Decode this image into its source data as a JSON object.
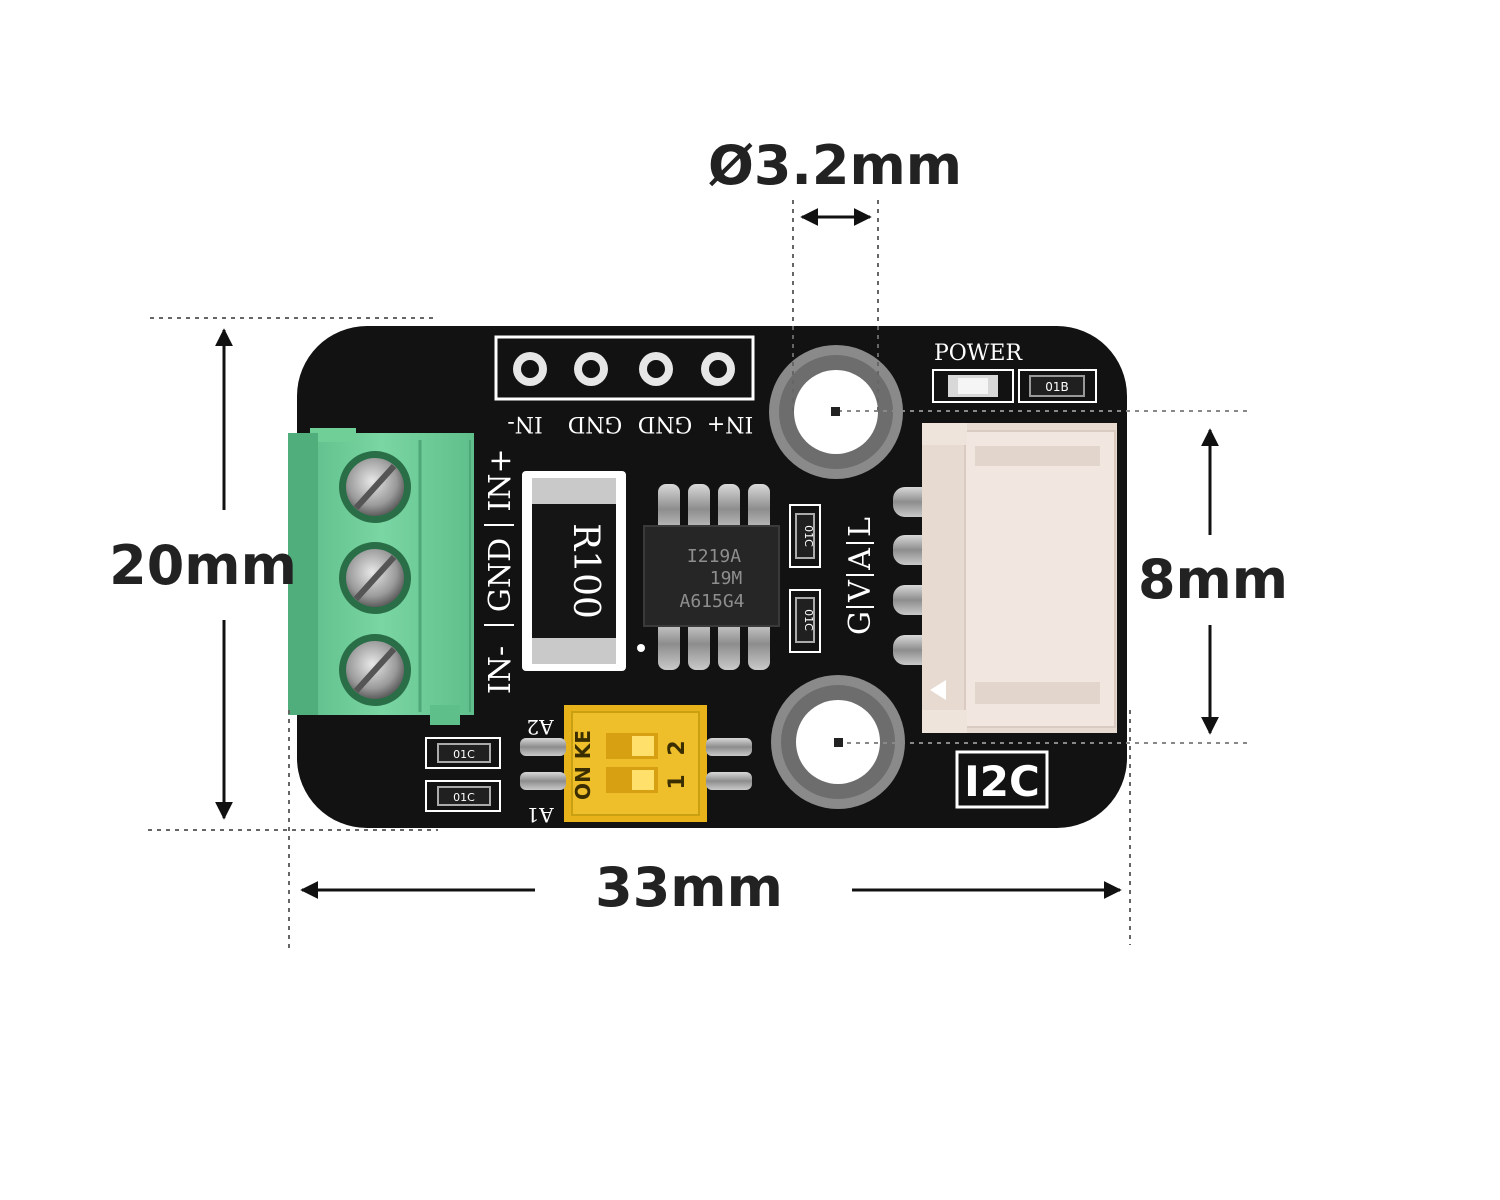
{
  "dimensions": {
    "hole_diameter": "Ø3.2mm",
    "height": "20mm",
    "width": "33mm",
    "hole_spacing": "8mm"
  },
  "board": {
    "power_label": "POWER",
    "i2c_label": "I2C",
    "header_pins": [
      "IN+",
      "GND",
      "GND",
      "IN-"
    ],
    "terminal_labels": [
      "IN-",
      "GND",
      "IN+"
    ],
    "connector_labels": [
      "G",
      "V",
      "A",
      "L"
    ],
    "shunt_resistor": "R100",
    "chip_lines": [
      "I219A",
      "19M",
      "A615G4"
    ],
    "dip_switch": {
      "label": "ON KE",
      "numbers": [
        "2",
        "1"
      ],
      "addr_labels": [
        "A2",
        "A1"
      ]
    },
    "smd_codes": [
      "01B",
      "01C",
      "01C",
      "01C",
      "01C"
    ]
  },
  "colors": {
    "pcb": "#121212",
    "terminal": "#6fcf97",
    "connector": "#efe4dc",
    "dip": "#e7b21a",
    "annotation": "#222222"
  }
}
